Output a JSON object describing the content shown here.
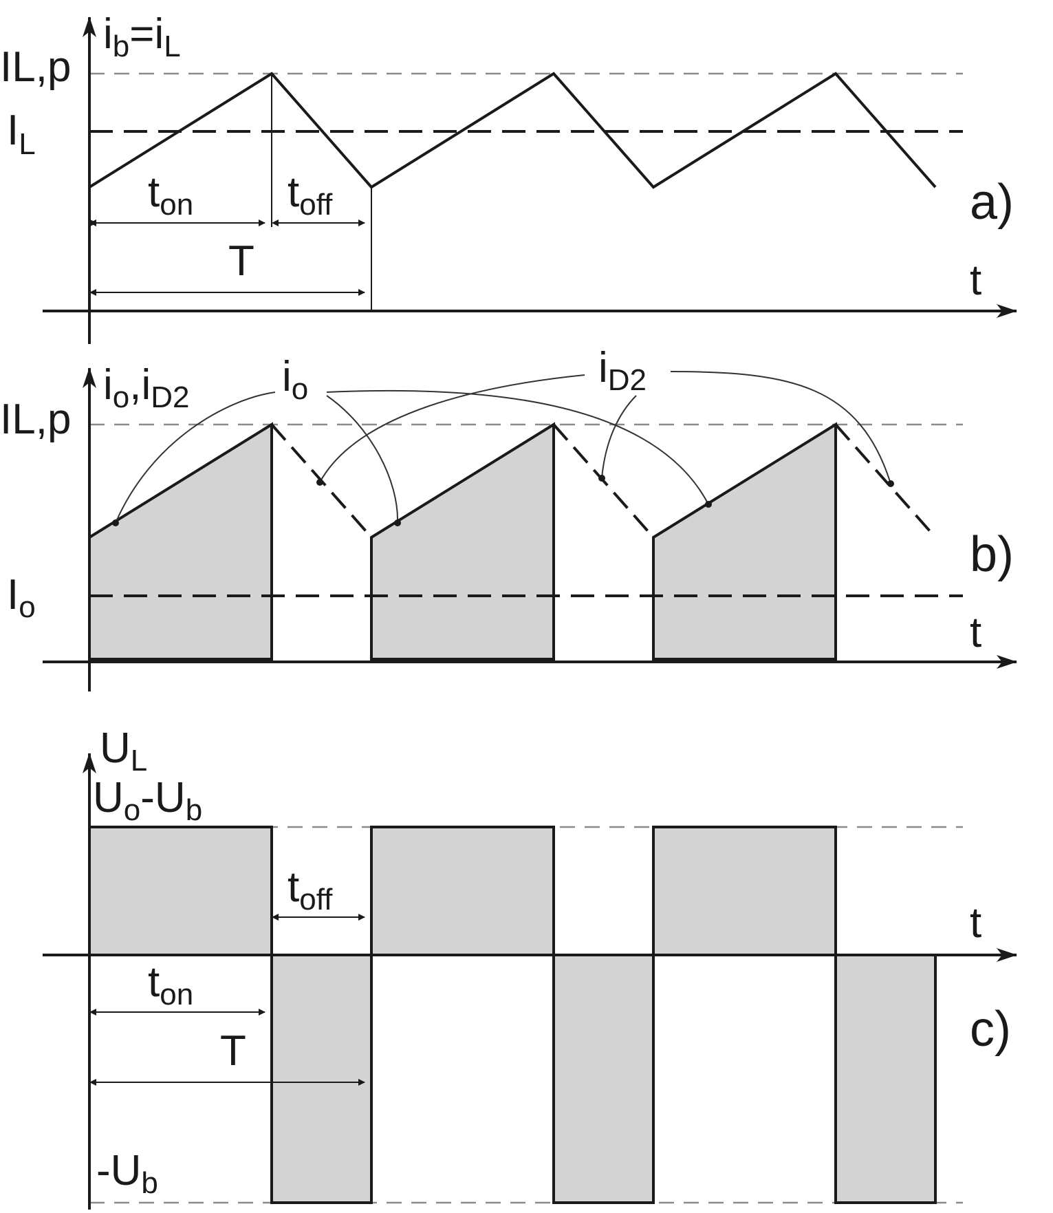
{
  "panel_a": {
    "y_label_main": "i",
    "y_label_sub": "b",
    "y_label_mid": "=i",
    "y_label_sub2": "L",
    "lev_peak_main": "I",
    "lev_peak_sub": "L,p",
    "lev_avg_main": "I",
    "lev_avg_sub": "L",
    "ton_main": "t",
    "ton_sub": "on",
    "toff_main": "t",
    "toff_sub": "off",
    "period": "T",
    "t_axis": "t",
    "panel_tag": "a)"
  },
  "panel_b": {
    "y_label_main": "i",
    "y_label_sub": "o",
    "y_label_mid": ",i",
    "y_label_sub2": "D2",
    "lev_peak_main": "I",
    "lev_peak_sub": "L,p",
    "lev_avg_main": "I",
    "lev_avg_sub": "o",
    "callout_io_main": "i",
    "callout_io_sub": "o",
    "callout_id2_main": "i",
    "callout_id2_sub": "D2",
    "t_axis": "t",
    "panel_tag": "b)"
  },
  "panel_c": {
    "y_label_main": "U",
    "y_label_sub": "L",
    "lev_pos_main": "U",
    "lev_pos_sub": "o",
    "lev_pos_mid": "-U",
    "lev_pos_sub2": "b",
    "lev_neg_main": "-U",
    "lev_neg_sub": "b",
    "toff_main": "t",
    "toff_sub": "off",
    "ton_main": "t",
    "ton_sub": "on",
    "period": "T",
    "t_axis": "t",
    "panel_tag": "c)"
  },
  "colors": {
    "ink": "#1a1a1a",
    "fill": "#d3d3d3",
    "guide": "#8a8a8a"
  }
}
